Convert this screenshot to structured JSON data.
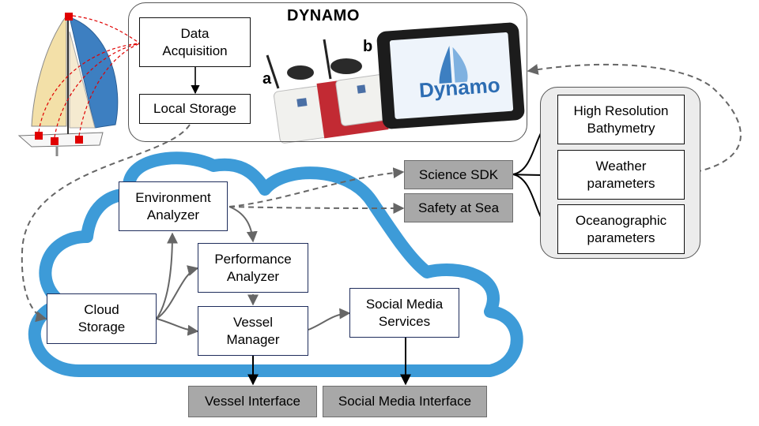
{
  "title": "DYNAMO",
  "photo_labels": {
    "a": "a",
    "b": "b"
  },
  "tablet_logo": "Dynamo",
  "boxes": {
    "data_acquisition": "Data\nAcquisition",
    "local_storage": "Local Storage",
    "environment_analyzer": "Environment\nAnalyzer",
    "performance_analyzer": "Performance\nAnalyzer",
    "cloud_storage": "Cloud\nStorage",
    "vessel_manager": "Vessel\nManager",
    "social_media_services": "Social Media\nServices",
    "science_sdk": "Science SDK",
    "safety_at_sea": "Safety at Sea",
    "high_resolution_bathymetry": "High Resolution\nBathymetry",
    "weather_parameters": "Weather\nparameters",
    "oceanographic_parameters": "Oceanographic\nparameters",
    "vessel_interface": "Vessel Interface",
    "social_media_interface": "Social Media Interface"
  },
  "colors": {
    "cloud": "#3d9bd8",
    "sensor": "#e00000",
    "sail_main": "#f3e0a8",
    "sail_jib": "#3d7fc1",
    "panel": "#ececec",
    "gray_box": "#a8a8a8"
  }
}
